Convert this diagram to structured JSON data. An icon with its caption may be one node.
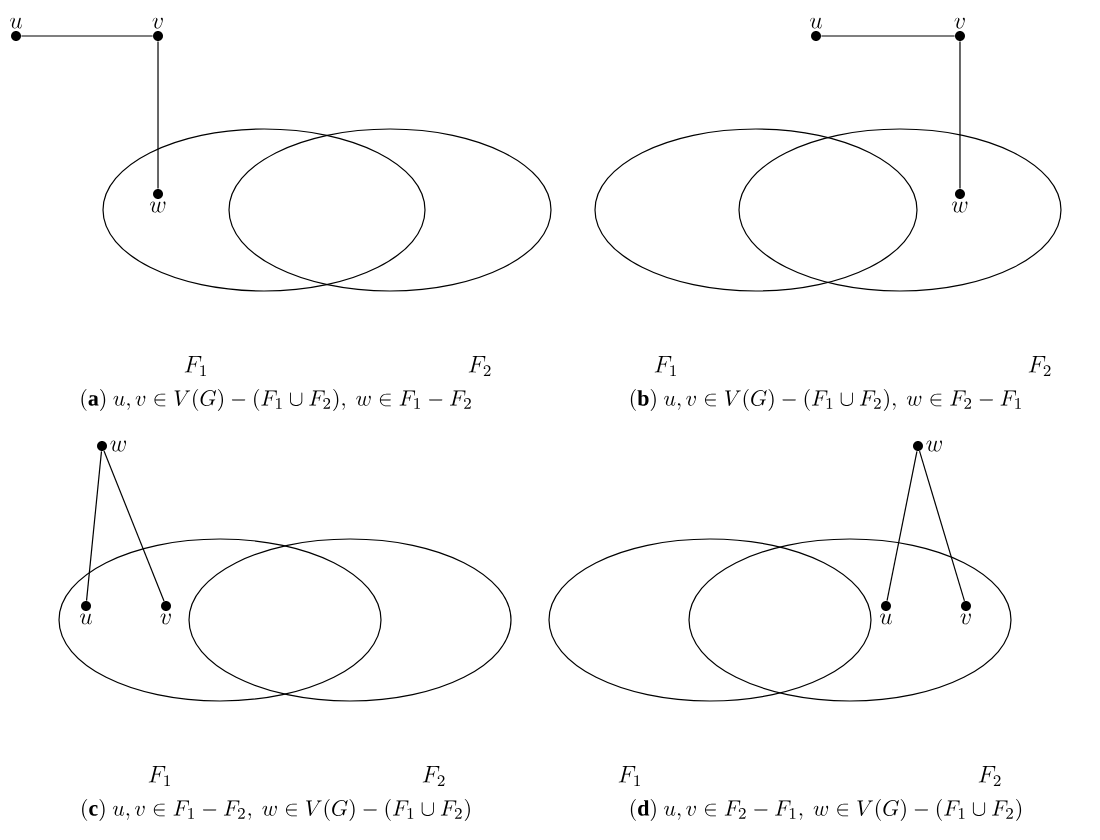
{
  "diagram": {
    "nodes": [
      {
        "text": [
          "F_1"
        ]
      },
      {
        "text": [
          "F_2"
        ]
      },
      {
        "text": [
          "u"
        ]
      },
      {
        "text": [
          "v"
        ]
      },
      {
        "text": [
          "w"
        ],
        "in": 0
      },
      {
        "text": [
          "F_1"
        ]
      },
      {
        "text": [
          "F_2"
        ]
      },
      {
        "text": [
          "u"
        ]
      },
      {
        "text": [
          "v"
        ]
      },
      {
        "text": [
          "w"
        ],
        "in": 6
      },
      {
        "text": [
          "F_1"
        ]
      },
      {
        "text": [
          "F_2"
        ]
      },
      {
        "text": [
          "w"
        ]
      },
      {
        "text": [
          "u"
        ],
        "in": 10
      },
      {
        "text": [
          "v"
        ],
        "in": 10
      },
      {
        "text": [
          "F_1"
        ]
      },
      {
        "text": [
          "F_2"
        ]
      },
      {
        "text": [
          "w"
        ]
      },
      {
        "text": [
          "u"
        ],
        "in": 16
      },
      {
        "text": [
          "v"
        ],
        "in": 16
      }
    ],
    "edges": [
      {
        "from": 2,
        "to": 3,
        "arrow": "none"
      },
      {
        "from": 3,
        "to": 4,
        "arrow": "none"
      },
      {
        "from": 7,
        "to": 8,
        "arrow": "none"
      },
      {
        "from": 8,
        "to": 9,
        "arrow": "none"
      },
      {
        "from": 12,
        "to": 13,
        "arrow": "none"
      },
      {
        "from": 12,
        "to": 14,
        "arrow": "none"
      },
      {
        "from": 17,
        "to": 18,
        "arrow": "none"
      },
      {
        "from": 17,
        "to": 19,
        "arrow": "none"
      }
    ],
    "labels": [
      "\\mathbf{(a)}\\ u,v\\in V(G)-(F_1\\cup F_2),\\ w\\in F_1-F_2",
      "\\mathbf{(b)}\\ u,v\\in V(G)-(F_1\\cup F_2),\\ w\\in F_2-F_1",
      "\\mathbf{(c)}\\ u,v\\in F_1-F_2,\\ w\\in V(G)-(F_1\\cup F_2)",
      "\\mathbf{(d)}\\ u,v\\in F_2-F_1,\\ w\\in V(G)-(F_1\\cup F_2)"
    ]
  }
}
